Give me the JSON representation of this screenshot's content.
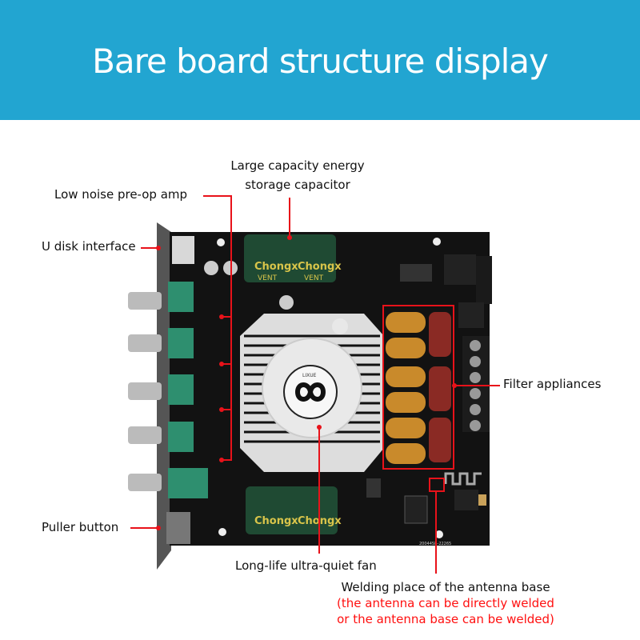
{
  "banner": {
    "title": "Bare board structure display",
    "background_color": "#22a5d1"
  },
  "callouts": {
    "capacitor_line1": "Large capacity energy",
    "capacitor_line2": "storage capacitor",
    "preamp": "Low noise pre-op amp",
    "usb": "U disk interface",
    "filter": "Filter appliances",
    "puller": "Puller button",
    "fan": "Long-life ultra-quiet fan",
    "antenna_title": "Welding place of the antenna base",
    "antenna_note_line1": "(the antenna can be directly welded",
    "antenna_note_line2": "or the antenna base can be welded)"
  },
  "board": {
    "capacitor_brand": "Chongx",
    "capacitor_mark": "VENT",
    "fan_brand": "LIXUE",
    "pcb_serial": "20044SB-22265",
    "knob_count": 5,
    "callout_color": "#e8121a"
  }
}
